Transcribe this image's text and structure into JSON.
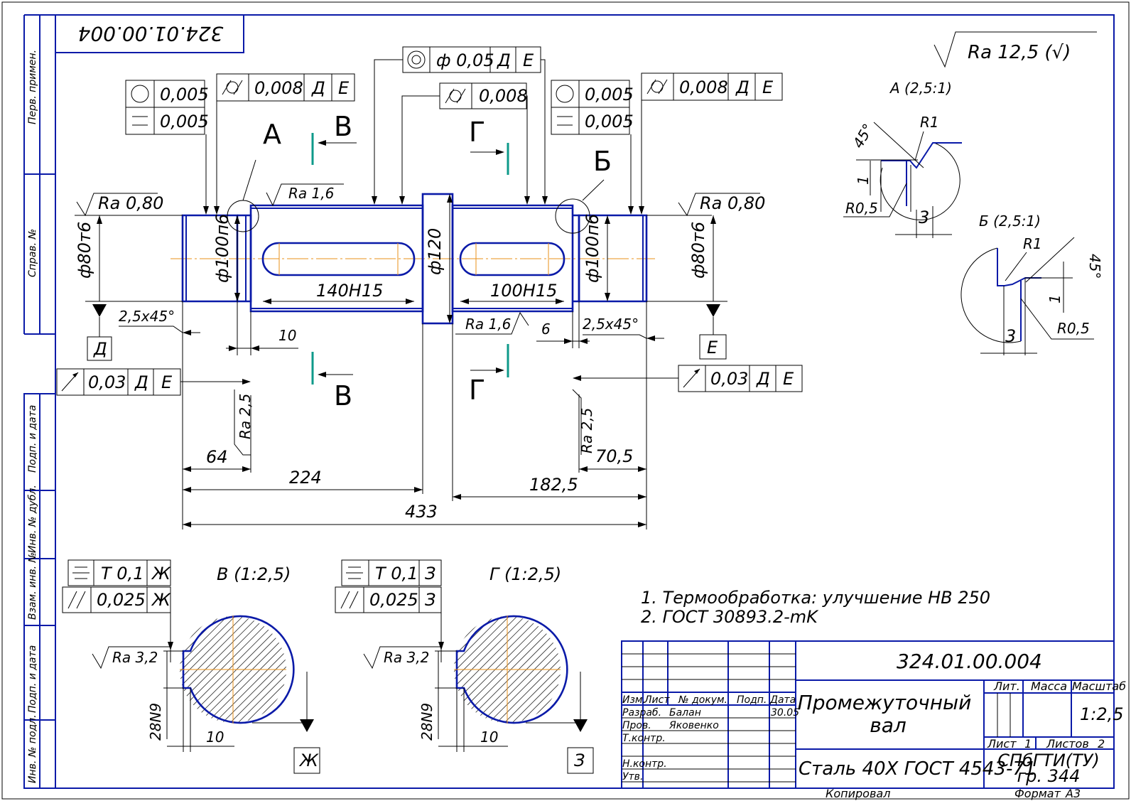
{
  "stamp_code": "324.01.00.004",
  "side_strip": [
    "Перв. примен.",
    "Справ. №",
    "Подп. и дата",
    "Инв. № дубл.",
    "Взам. инв. №",
    "Подп. и дата",
    "Инв. № подл."
  ],
  "general_roughness": "Ra 12,5 (√)",
  "tol_left_top": [
    "0,005",
    "0,005"
  ],
  "tol_runout_left": [
    "0,008",
    "Д",
    "Е"
  ],
  "tol_center_coax": [
    "ф 0,05",
    "Д",
    "Е"
  ],
  "tol_center_runout": "0,008",
  "tol_right_top": [
    "0,005",
    "0,005"
  ],
  "tol_runout_right": [
    "0,008",
    "Д",
    "Е"
  ],
  "roughness": [
    "Ra 0,80",
    "Ra 1,6",
    "Ra 0,80",
    "Ra 1,6",
    "Ra 2,5",
    "Ra 2,5",
    "Ra 3,2",
    "Ra 3,2"
  ],
  "diameters": [
    "ф80т6",
    "ф100п6",
    "ф120",
    "ф100п6",
    "ф80т6"
  ],
  "keyways": [
    "140Н15",
    "100Н15"
  ],
  "chamfers": [
    "2,5x45°",
    "2,5x45°"
  ],
  "dims": [
    "10",
    "6",
    "64",
    "224",
    "433",
    "182,5",
    "70,5"
  ],
  "section_letters": [
    "А",
    "Б",
    "В",
    "В",
    "Г",
    "Г"
  ],
  "datums": [
    "Д",
    "Е"
  ],
  "runout_left": [
    "0,03",
    "Д",
    "Е"
  ],
  "runout_right": [
    "0,03",
    "Д",
    "Е"
  ],
  "detail_a": {
    "title": "А (2,5:1)",
    "r1": "R1",
    "angle": "45°",
    "r05": "R0,5",
    "one": "1",
    "three": "3"
  },
  "detail_b": {
    "title": "Б (2,5:1)",
    "r1": "R1",
    "angle": "45°",
    "r05": "R0,5",
    "one": "1",
    "three": "3"
  },
  "section_v": {
    "title": "В (1:2,5)",
    "sym": "Т 0,1",
    "sym_datum": "Ж",
    "par": "0,025",
    "par_datum": "Ж",
    "width": "28N9",
    "depth": "10",
    "datum": "Ж"
  },
  "section_g": {
    "title": "Г (1:2,5)",
    "sym": "Т 0,1",
    "sym_datum": "З",
    "par": "0,025",
    "par_datum": "З",
    "width": "28N9",
    "depth": "10",
    "datum": "З"
  },
  "notes": [
    "1. Термообработка: улучшение НВ 250",
    "2. ГОСТ 30893.2-mK"
  ],
  "title_block": {
    "code": "324.01.00.004",
    "name_line1": "Промежуточный",
    "name_line2": "вал",
    "material": "Сталь 40Х ГОСТ 4543-71",
    "headers": [
      "Изм.",
      "Лист",
      "№ докум.",
      "Подп.",
      "Дата"
    ],
    "rows": [
      [
        "Разраб.",
        "Балан",
        "30.05"
      ],
      [
        "Пров.",
        "Яковенко",
        ""
      ],
      [
        "Т.контр.",
        "",
        ""
      ],
      [
        "Н.контр.",
        "",
        ""
      ],
      [
        "Утв.",
        "",
        ""
      ]
    ],
    "lit": "Лит.",
    "mass": "Масса",
    "scale_label": "Масштаб",
    "scale": "1:2,5",
    "sheet": "Лист",
    "sheet_no": "1",
    "sheets": "Листов",
    "sheets_no": "2",
    "org": "СПбГТИ(ТУ)",
    "group": "гр. 344",
    "copied": "Копировал",
    "format_label": "Формат",
    "format": "А3"
  }
}
